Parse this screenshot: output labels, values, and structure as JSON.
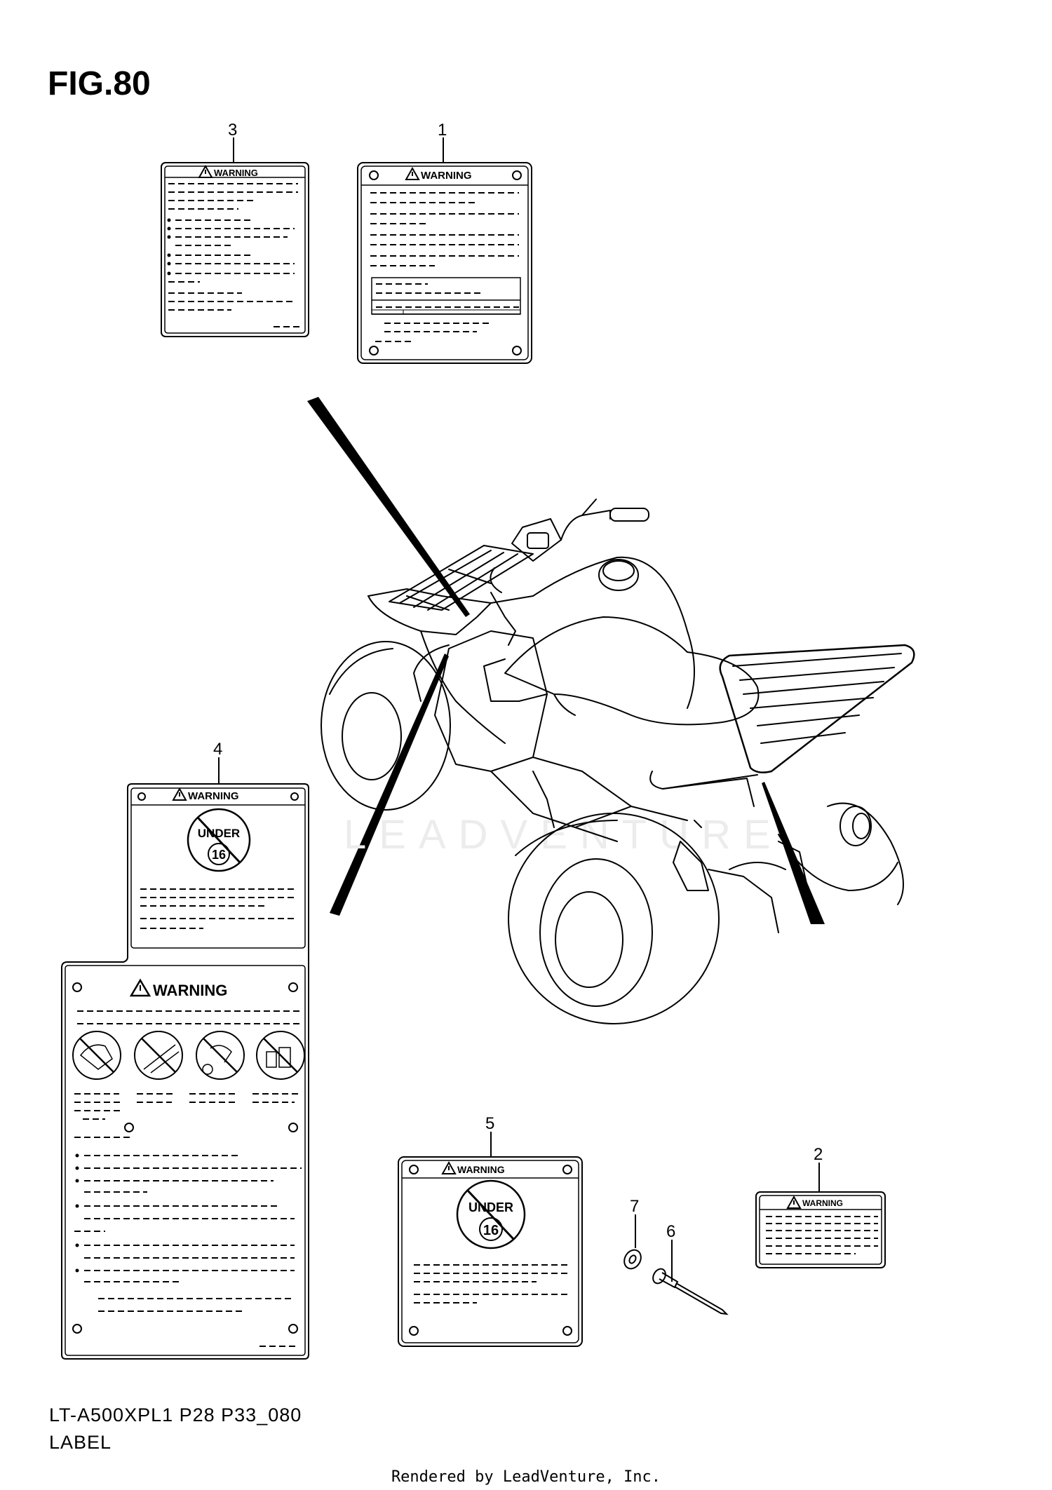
{
  "figure": {
    "title": "FIG.80",
    "model_code": "LT-A500XPL1 P28 P33_080",
    "caption": "LABEL",
    "render_credit": "Rendered by LeadVenture, Inc.",
    "watermark": "LEADVENTURE"
  },
  "callouts": [
    {
      "label": "1"
    },
    {
      "label": "2"
    },
    {
      "label": "3"
    },
    {
      "label": "4"
    },
    {
      "label": "5"
    },
    {
      "label": "6"
    },
    {
      "label": "7"
    }
  ],
  "labels": {
    "warning_text": "WARNING",
    "under_text": "UNDER",
    "age_text": "16"
  },
  "icons": [
    "warning-triangle-icon",
    "no-under-16-icon",
    "no-passenger-icon",
    "no-road-icon",
    "no-alcohol-icon",
    "no-overload-icon"
  ]
}
